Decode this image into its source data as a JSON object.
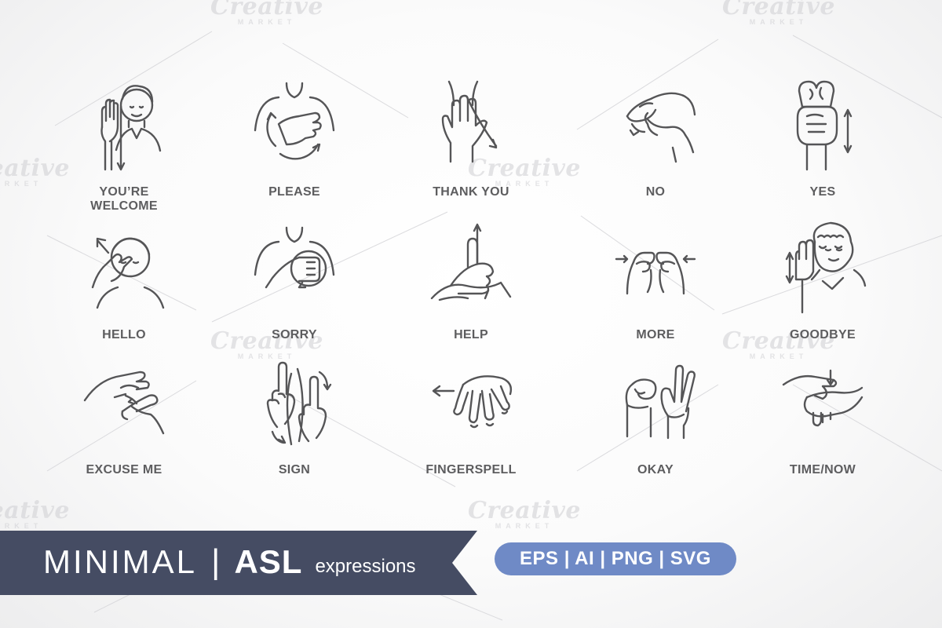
{
  "watermark": {
    "brand": "Creative",
    "sub": "MARKET"
  },
  "icons": [
    {
      "label": "YOU’RE\nWELCOME",
      "icon": "youre-welcome-icon"
    },
    {
      "label": "PLEASE",
      "icon": "please-icon"
    },
    {
      "label": "THANK YOU",
      "icon": "thank-you-icon"
    },
    {
      "label": "NO",
      "icon": "no-icon"
    },
    {
      "label": "YES",
      "icon": "yes-icon"
    },
    {
      "label": "HELLO",
      "icon": "hello-icon"
    },
    {
      "label": "SORRY",
      "icon": "sorry-icon"
    },
    {
      "label": "HELP",
      "icon": "help-icon"
    },
    {
      "label": "MORE",
      "icon": "more-icon"
    },
    {
      "label": "GOODBYE",
      "icon": "goodbye-icon"
    },
    {
      "label": "EXCUSE ME",
      "icon": "excuse-me-icon"
    },
    {
      "label": "SIGN",
      "icon": "sign-icon"
    },
    {
      "label": "FINGERSPELL",
      "icon": "fingerspell-icon"
    },
    {
      "label": "OKAY",
      "icon": "okay-icon"
    },
    {
      "label": "TIME/NOW",
      "icon": "time-now-icon"
    }
  ],
  "banner": {
    "title_light": "MINIMAL",
    "separator": "|",
    "title_bold": "ASL",
    "subtitle": "expressions"
  },
  "formats": "EPS | AI | PNG | SVG",
  "colors": {
    "banner": "#454c63",
    "pill": "#6f8ac6",
    "icon_stroke": "#555557",
    "label": "#5d5d5f"
  }
}
